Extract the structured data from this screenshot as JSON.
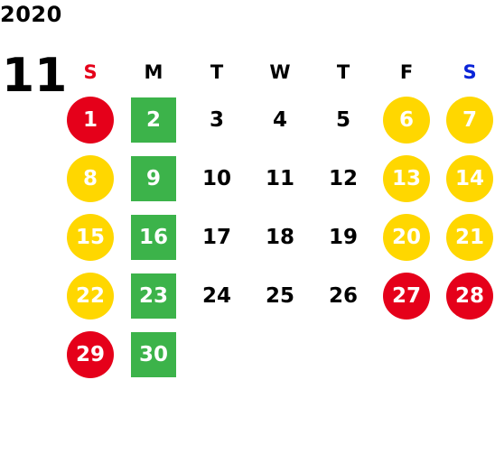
{
  "calendar": {
    "year": "2020",
    "month": "11",
    "weekdays": [
      "S",
      "M",
      "T",
      "W",
      "T",
      "F",
      "S"
    ],
    "colors": {
      "red": "#e5001a",
      "yellow": "#ffd700",
      "green": "#3cb34a",
      "sunday_header": "#e5001a",
      "saturday_header": "#0a24d8"
    },
    "days": [
      {
        "d": "1",
        "style": "red"
      },
      {
        "d": "2",
        "style": "green"
      },
      {
        "d": "3",
        "style": "plain"
      },
      {
        "d": "4",
        "style": "plain"
      },
      {
        "d": "5",
        "style": "plain"
      },
      {
        "d": "6",
        "style": "yellow"
      },
      {
        "d": "7",
        "style": "yellow"
      },
      {
        "d": "8",
        "style": "yellow"
      },
      {
        "d": "9",
        "style": "green"
      },
      {
        "d": "10",
        "style": "plain"
      },
      {
        "d": "11",
        "style": "plain"
      },
      {
        "d": "12",
        "style": "plain"
      },
      {
        "d": "13",
        "style": "yellow"
      },
      {
        "d": "14",
        "style": "yellow"
      },
      {
        "d": "15",
        "style": "yellow"
      },
      {
        "d": "16",
        "style": "green"
      },
      {
        "d": "17",
        "style": "plain"
      },
      {
        "d": "18",
        "style": "plain"
      },
      {
        "d": "19",
        "style": "plain"
      },
      {
        "d": "20",
        "style": "yellow"
      },
      {
        "d": "21",
        "style": "yellow"
      },
      {
        "d": "22",
        "style": "yellow"
      },
      {
        "d": "23",
        "style": "green"
      },
      {
        "d": "24",
        "style": "plain"
      },
      {
        "d": "25",
        "style": "plain"
      },
      {
        "d": "26",
        "style": "plain"
      },
      {
        "d": "27",
        "style": "red"
      },
      {
        "d": "28",
        "style": "red"
      },
      {
        "d": "29",
        "style": "red"
      },
      {
        "d": "30",
        "style": "green"
      }
    ]
  }
}
